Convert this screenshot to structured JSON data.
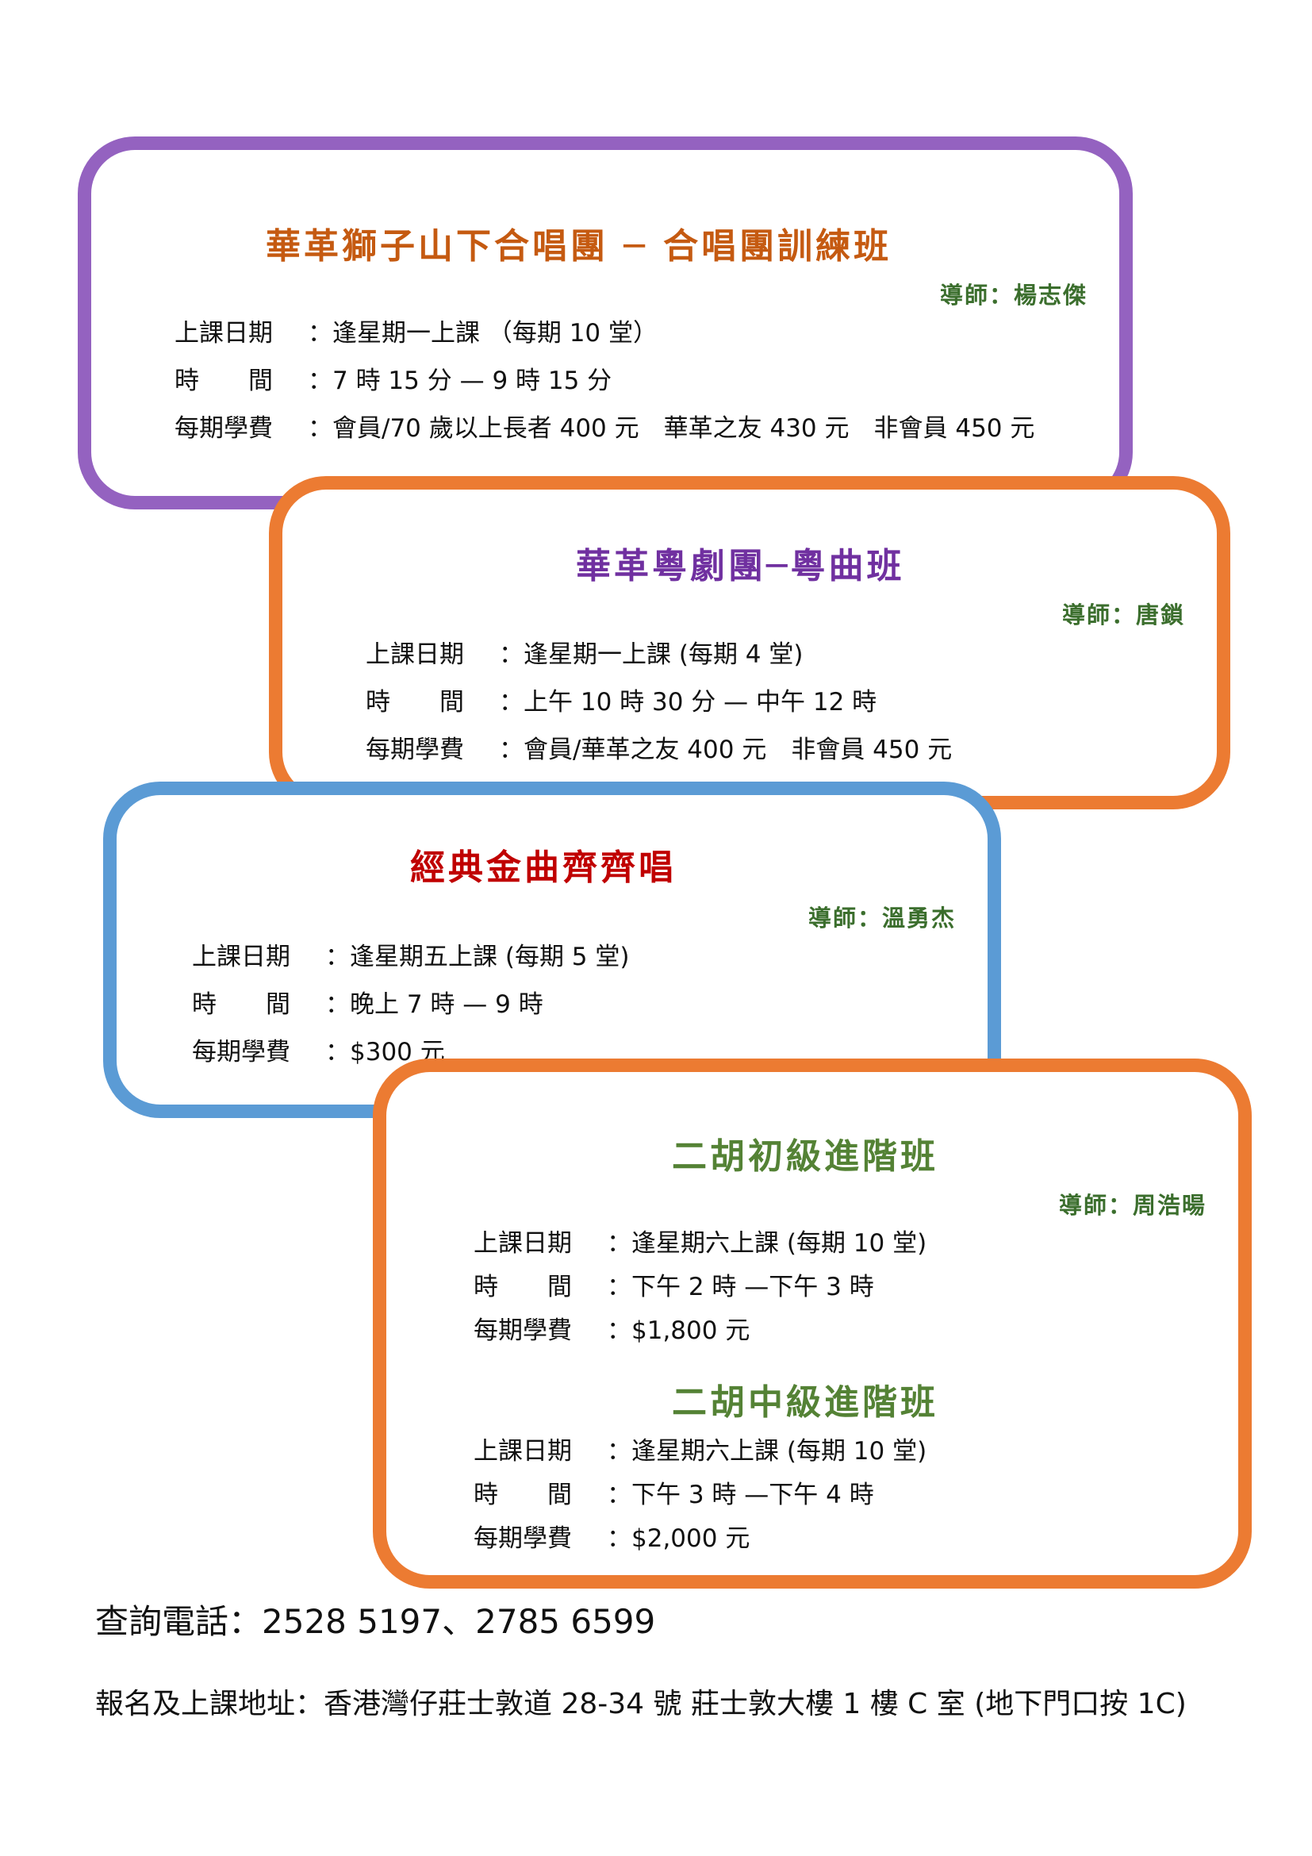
{
  "colors": {
    "purple_border": "#9462c0",
    "orange_border": "#ec7b32",
    "blue_border": "#5b9bd5",
    "title_orange": "#c55a11",
    "title_purple": "#7030a0",
    "title_red": "#c00000",
    "title_green": "#548235",
    "teacher_green": "#3b6e2d"
  },
  "courses": [
    {
      "title": "華革獅子山下合唱團 ─  合唱團訓練班",
      "teacher": "導師：楊志傑",
      "rows": [
        {
          "label": "上課日期",
          "sep": "：",
          "value": "逢星期一上課 （每期 10 堂）"
        },
        {
          "label": "時　　間",
          "sep": "：",
          "value": "7 時 15 分 — 9 時 15 分"
        },
        {
          "label": "每期學費",
          "sep": "：",
          "value": "會員/70 歲以上長者 400 元　華革之友 430 元　非會員 450 元"
        }
      ]
    },
    {
      "title": "華革粵劇團─粵曲班",
      "teacher": "導師：唐鎖",
      "rows": [
        {
          "label": "上課日期",
          "sep": "：",
          "value": "逢星期一上課 (每期 4 堂)"
        },
        {
          "label": "時　　間",
          "sep": "：",
          "value": "上午 10 時 30 分 — 中午 12 時"
        },
        {
          "label": "每期學費",
          "sep": "：",
          "value": "會員/華革之友 400 元　非會員 450 元"
        }
      ]
    },
    {
      "title": "經典金曲齊齊唱",
      "teacher": "導師：溫勇杰",
      "rows": [
        {
          "label": "上課日期",
          "sep": "：",
          "value": "逢星期五上課 (每期 5 堂)"
        },
        {
          "label": "時　　間",
          "sep": "：",
          "value": "晚上 7 時 — 9 時"
        },
        {
          "label": "每期學費",
          "sep": "：",
          "value": "$300 元"
        }
      ]
    },
    {
      "title": "二胡初級進階班",
      "teacher": "導師：周浩暘",
      "rows": [
        {
          "label": "上課日期",
          "sep": "：",
          "value": "逢星期六上課 (每期 10 堂)"
        },
        {
          "label": "時　　間",
          "sep": "：",
          "value": "下午 2 時 —下午 3 時"
        },
        {
          "label": "每期學費",
          "sep": "：",
          "value": "$1,800 元"
        }
      ]
    },
    {
      "title": "二胡中級進階班",
      "rows": [
        {
          "label": "上課日期",
          "sep": "：",
          "value": "逢星期六上課 (每期 10 堂)"
        },
        {
          "label": "時　　間",
          "sep": "：",
          "value": "下午 3 時 —下午 4 時"
        },
        {
          "label": "每期學費",
          "sep": "：",
          "value": "$2,000 元"
        }
      ]
    }
  ],
  "footer": {
    "phone": "查詢電話：2528 5197、2785 6599",
    "address": "報名及上課地址：香港灣仔莊士敦道 28-34 號 莊士敦大樓 1 樓 C 室 (地下門口按 1C)"
  }
}
